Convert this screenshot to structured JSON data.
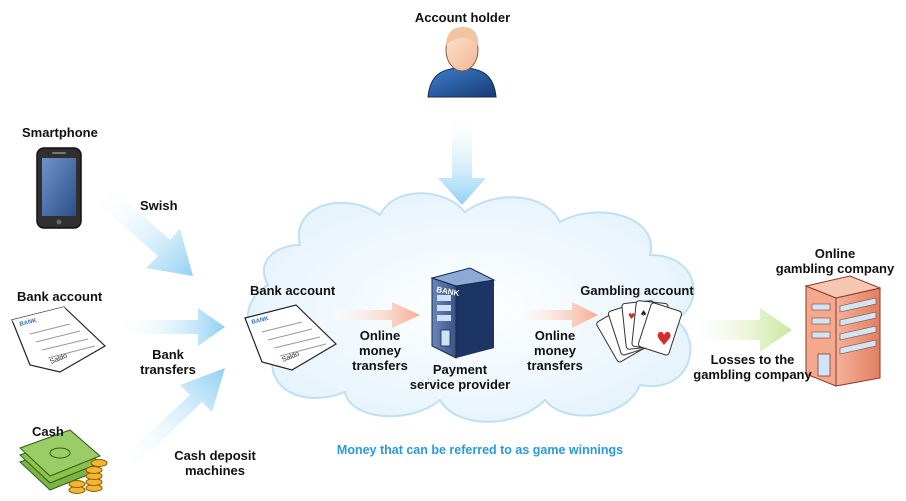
{
  "nodes": {
    "account_holder": "Account holder",
    "smartphone": "Smartphone",
    "bank_account_source": "Bank account",
    "cash": "Cash",
    "bank_account_inner": "Bank account",
    "payment_provider": [
      "Payment",
      "service provider"
    ],
    "gambling_account": "Gambling account",
    "online_company": [
      "Online",
      "gambling company"
    ]
  },
  "edges": {
    "swish": "Swish",
    "bank_transfers": [
      "Bank",
      "transfers"
    ],
    "cash_deposit": [
      "Cash deposit",
      "machines"
    ],
    "online_transfers_1": [
      "Online",
      "money",
      "transfers"
    ],
    "online_transfers_2": [
      "Online",
      "money",
      "transfers"
    ],
    "losses": [
      "Losses to the",
      "gambling company"
    ]
  },
  "icon_text": {
    "bank_sign": "BANK",
    "slip_header": "BANK",
    "slip_saldo": "Saldo"
  },
  "caption": "Money that can be referred to as game winnings",
  "colors": {
    "cloud_fill": "#eaf5fd",
    "cloud_stroke": "#bfe0f4",
    "blue_arrow": "#8fd0f3",
    "orange_arrow": "#f7ab8f",
    "green_arrow": "#cde9a0",
    "caption": "#2a9bd6"
  }
}
